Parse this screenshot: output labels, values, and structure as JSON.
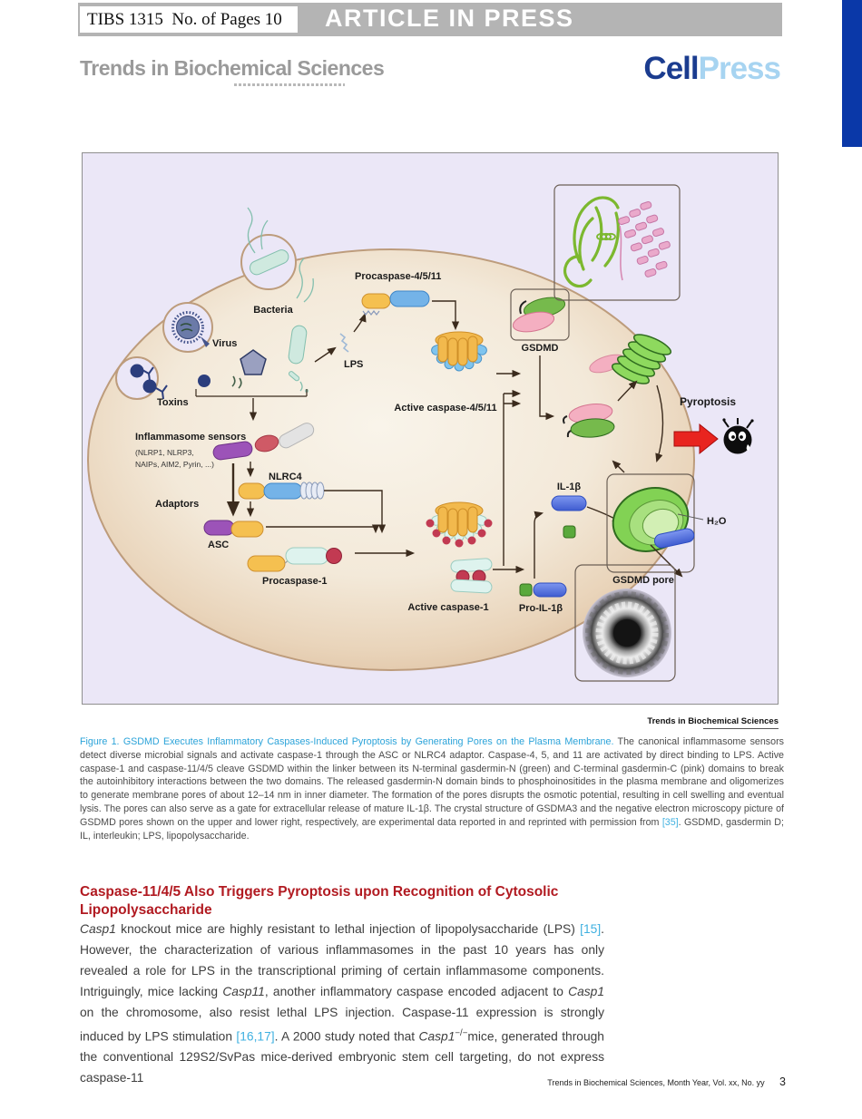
{
  "header": {
    "manuscript_info": "TIBS 1315  No. of Pages 10",
    "banner_title": "ARTICLE IN PRESS",
    "journal_logo": "Trends in Biochemical Sciences",
    "publisher_logo": {
      "part1": "Cell",
      "part2": "Press"
    }
  },
  "figure": {
    "labels": {
      "bacteria": "Bacteria",
      "virus": "Virus",
      "toxins": "Toxins",
      "lps": "LPS",
      "procaspase4511": "Procaspase-4/5/11",
      "active_caspase4511": "Active caspase-4/5/11",
      "gsdmd": "GSDMD",
      "inflammasome_sensors": "Inflammasome sensors",
      "sensors_sub1": "(NLRP1, NLRP3,",
      "sensors_sub2": "NAIPs, AIM2, Pyrin, ...)",
      "nlrc4": "NLRC4",
      "adaptors": "Adaptors",
      "asc": "ASC",
      "procaspase1": "Procaspase-1",
      "active_caspase1": "Active caspase-1",
      "il1b": "IL-1β",
      "pro_il1b": "Pro-IL-1β",
      "gsdmd_pore": "GSDMD pore",
      "h2o": "H₂O",
      "pyroptosis": "Pyroptosis"
    },
    "watermark": "Trends in Biochemical Sciences"
  },
  "caption": {
    "segments": [
      {
        "s": "figtitle",
        "t": "Figure 1. GSDMD Executes Inflammatory Caspases-Induced Pyroptosis by Generating Pores on the Plasma Membrane."
      },
      {
        "s": "plain",
        "t": " The canonical inflammasome sensors detect diverse microbial signals and activate caspase-1 through the ASC or NLRC4 adaptor. Caspase-4, 5, and 11 are activated by direct binding to LPS. Active caspase-1 and caspase-11/4/5 cleave GSDMD within the linker between its N-terminal gasdermin-N (green) and C-terminal gasdermin-C (pink) domains to break the autoinhibitory interactions between the two domains. The released gasdermin-N domain binds to phosphoinositides in the plasma membrane and oligomerizes to generate membrane pores of about 12–14 nm in inner diameter. The formation of the pores disrupts the osmotic potential, resulting in cell swelling and eventual lysis. The pores can also serve as a gate for extracellular release of mature IL-1β. The crystal structure of GSDMA3 and the negative electron microscopy picture of GSDMD pores shown on the upper and lower right, respectively, are experimental data reported in and reprinted with permission from "
      },
      {
        "s": "link",
        "t": "[35]"
      },
      {
        "s": "plain",
        "t": ". GSDMD, gasdermin D; IL, interleukin; LPS, lipopolysaccharide."
      }
    ]
  },
  "article": {
    "section_heading": "Caspase-11/4/5 Also Triggers Pyroptosis upon Recognition of Cytosolic Lipopolysaccharide",
    "paragraph_segments": [
      {
        "s": "italic",
        "t": "Casp1"
      },
      {
        "s": "plain",
        "t": " knockout mice are highly resistant to lethal injection of lipopolysaccharide (LPS) "
      },
      {
        "s": "link",
        "t": "[15]"
      },
      {
        "s": "plain",
        "t": ". However, the characterization of various inflammasomes in the past 10 years has only revealed a role for LPS in the transcriptional priming of certain inflammasome components. Intriguingly, mice lacking "
      },
      {
        "s": "italic",
        "t": "Casp11"
      },
      {
        "s": "plain",
        "t": ", another inflammatory caspase encoded adjacent to "
      },
      {
        "s": "italic",
        "t": "Casp1"
      },
      {
        "s": "plain",
        "t": " on the chromosome, also resist lethal LPS injection. Caspase-11 expression is strongly induced by LPS stimulation "
      },
      {
        "s": "link",
        "t": "[16,17]"
      },
      {
        "s": "plain",
        "t": ". A 2000 study noted that "
      },
      {
        "s": "italic",
        "t": "Casp1"
      },
      {
        "s": "sup",
        "t": "−/−"
      },
      {
        "s": "plain",
        "t": "mice, generated through the conventional 129S2/SvPas mice-derived embryonic stem cell targeting, do not express caspase-11"
      }
    ]
  },
  "footer": {
    "journal_line": "Trends in Biochemical Sciences, Month Year, Vol. xx, No. yy",
    "page_number": "3"
  },
  "colors": {
    "banner_gray": "#b4b4b4",
    "edge_bar_blue": "#0a38a8",
    "cellpress_dark": "#1b3c8f",
    "cellpress_light": "#a7d4f1",
    "heading_red": "#b11a21",
    "figure_title_blue": "#2ba3d9",
    "link_blue": "#3fb0e0",
    "figure_background": "#ebe7f7",
    "cell_tan": "#e9d5bc",
    "gasdermin_n_green": "#76ba4c",
    "gasdermin_c_pink": "#f4afc1",
    "pyroptosis_arrow_red": "#e8241f"
  }
}
